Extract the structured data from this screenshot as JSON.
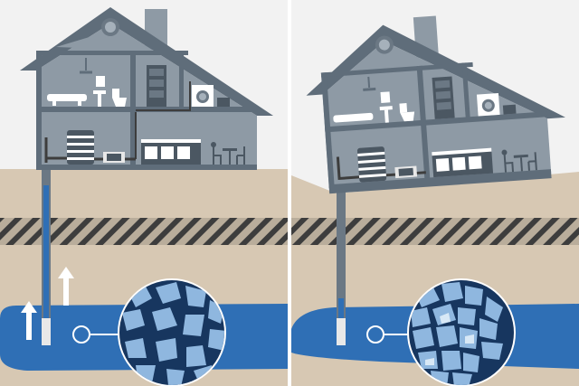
{
  "panels": [
    {
      "id": "left",
      "state": "before",
      "house_level": true,
      "flow_arrows": "upward",
      "aquifer": "full"
    },
    {
      "id": "right",
      "state": "after",
      "house_level": false,
      "flow_arrows": "none",
      "aquifer": "depleted"
    }
  ],
  "colors": {
    "sky": "#f2f2f2",
    "soil": "#d7c8b3",
    "soil_light": "#e0d3c0",
    "stripe_dark": "#3d3d3d",
    "stripe_light": "#b9ad9b",
    "house_wall": "#8e9aa5",
    "house_frame": "#5f6d7a",
    "roof": "#6b7884",
    "water": "#2f6fb5",
    "water_dark": "#17365f",
    "stone": "#8fb7df",
    "divider": "#ffffff"
  },
  "icons": [
    "up-arrow-icon",
    "magnifier-circle-icon",
    "shower-icon",
    "sink-icon",
    "toilet-icon",
    "washing-machine-icon",
    "water-tank-icon",
    "pump-icon",
    "kitchen-counter-icon",
    "chair-icon",
    "door-icon",
    "round-window-icon"
  ]
}
